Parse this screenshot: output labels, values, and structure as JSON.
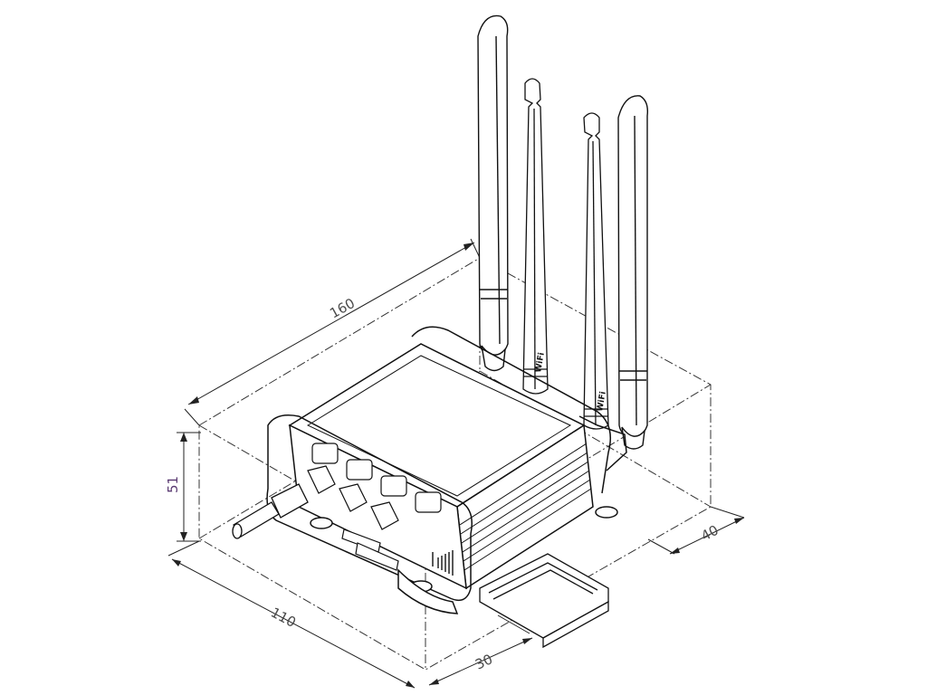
{
  "drawing": {
    "dimensions": {
      "length": "160",
      "height": "51",
      "width": "110",
      "rail_offset": "30",
      "depth_offset": "40"
    },
    "antenna_labels": {
      "wifi_left": "WiFi",
      "wifi_right": "WiFi"
    }
  }
}
